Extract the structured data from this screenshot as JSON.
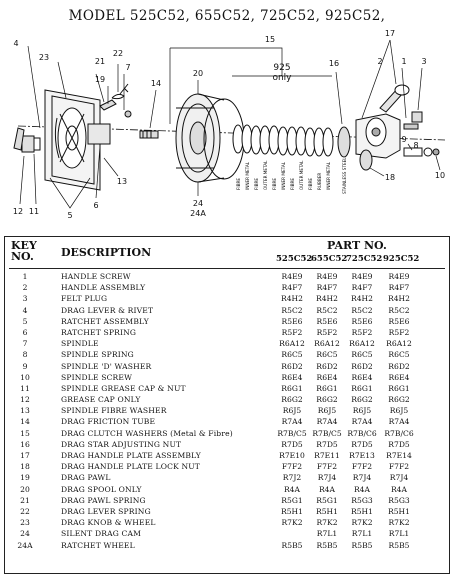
{
  "title": "MODEL 525C52, 655C52, 725C52, 925C52,",
  "diagram": {
    "callouts": {
      "n1": "1",
      "n2": "2",
      "n3": "3",
      "n4": "4",
      "n5": "5",
      "n6": "6",
      "n7": "7",
      "n8": "8",
      "n9": "9",
      "n10": "10",
      "n11": "11",
      "n12": "12",
      "n13": "13",
      "n14": "14",
      "n15": "15",
      "n16": "16",
      "n17": "17",
      "n18": "18",
      "n19": "19",
      "n20": "20",
      "n21": "21",
      "n22": "22",
      "n23": "23",
      "n24": "24",
      "n24a": "24A"
    },
    "only_925_line1": "925",
    "only_925_line2": "only",
    "washer_labels": [
      "FIBRE",
      "INNER METAL",
      "FIBRE",
      "OUTER METAL",
      "FIBRE",
      "INNER METAL",
      "FIBRE",
      "OUTER METAL",
      "FIBRE",
      "RUBBER",
      "INNER METAL",
      "STAINLESS STEEL"
    ]
  },
  "table": {
    "key_header_line1": "KEY",
    "key_header_line2": "NO.",
    "desc_header": "DESCRIPTION",
    "partno_header": "PART NO.",
    "models": [
      "525C52",
      "655C52",
      "725C52",
      "925C52"
    ],
    "rows": [
      {
        "key": "1",
        "desc": "HANDLE SCREW",
        "p": [
          "R4E9",
          "R4E9",
          "R4E9",
          "R4E9"
        ]
      },
      {
        "key": "2",
        "desc": "HANDLE ASSEMBLY",
        "p": [
          "R4F7",
          "R4F7",
          "R4F7",
          "R4F7"
        ]
      },
      {
        "key": "3",
        "desc": "FELT PLUG",
        "p": [
          "R4H2",
          "R4H2",
          "R4H2",
          "R4H2"
        ]
      },
      {
        "key": "4",
        "desc": "DRAG LEVER & RIVET",
        "p": [
          "R5C2",
          "R5C2",
          "R5C2",
          "R5C2"
        ]
      },
      {
        "key": "5",
        "desc": "RATCHET ASSEMBLY",
        "p": [
          "R5E6",
          "R5E6",
          "R5E6",
          "R5E6"
        ]
      },
      {
        "key": "6",
        "desc": "RATCHET SPRING",
        "p": [
          "R5F2",
          "R5F2",
          "R5F2",
          "R5F2"
        ]
      },
      {
        "key": "7",
        "desc": "SPINDLE",
        "p": [
          "R6A12",
          "R6A12",
          "R6A12",
          "R6A12"
        ]
      },
      {
        "key": "8",
        "desc": "SPINDLE SPRING",
        "p": [
          "R6C5",
          "R6C5",
          "R6C5",
          "R6C5"
        ]
      },
      {
        "key": "9",
        "desc": "SPINDLE 'D' WASHER",
        "p": [
          "R6D2",
          "R6D2",
          "R6D2",
          "R6D2"
        ]
      },
      {
        "key": "10",
        "desc": "SPINDLE SCREW",
        "p": [
          "R6E4",
          "R6E4",
          "R6E4",
          "R6E4"
        ]
      },
      {
        "key": "11",
        "desc": "SPINDLE GREASE CAP & NUT",
        "p": [
          "R6G1",
          "R6G1",
          "R6G1",
          "R6G1"
        ]
      },
      {
        "key": "12",
        "desc": "GREASE CAP ONLY",
        "p": [
          "R6G2",
          "R6G2",
          "R6G2",
          "R6G2"
        ]
      },
      {
        "key": "13",
        "desc": "SPINDLE FIBRE WASHER",
        "p": [
          "R6J5",
          "R6J5",
          "R6J5",
          "R6J5"
        ]
      },
      {
        "key": "14",
        "desc": "DRAG FRICTION TUBE",
        "p": [
          "R7A4",
          "R7A4",
          "R7A4",
          "R7A4"
        ]
      },
      {
        "key": "15",
        "desc": "DRAG CLUTCH WASHERS (Metal & Fibre)",
        "p": [
          "R7B/C5",
          "R7B/C5",
          "R7B/C6",
          "R7B/C6"
        ]
      },
      {
        "key": "16",
        "desc": "DRAG STAR ADJUSTING NUT",
        "p": [
          "R7D5",
          "R7D5",
          "R7D5",
          "R7D5"
        ]
      },
      {
        "key": "17",
        "desc": "DRAG HANDLE PLATE ASSEMBLY",
        "p": [
          "R7E10",
          "R7E11",
          "R7E13",
          "R7E14"
        ]
      },
      {
        "key": "18",
        "desc": "DRAG HANDLE PLATE LOCK NUT",
        "p": [
          "F7F2",
          "F7F2",
          "F7F2",
          "F7F2"
        ]
      },
      {
        "key": "19",
        "desc": "DRAG PAWL",
        "p": [
          "R7J2",
          "R7J4",
          "R7J4",
          "R7J4"
        ]
      },
      {
        "key": "20",
        "desc": "DRAG SPOOL ONLY",
        "p": [
          "R4A",
          "R4A",
          "R4A",
          "R4A"
        ]
      },
      {
        "key": "21",
        "desc": "DRAG PAWL SPRING",
        "p": [
          "R5G1",
          "R5G1",
          "R5G3",
          "R5G3"
        ]
      },
      {
        "key": "22",
        "desc": "DRAG LEVER SPRING",
        "p": [
          "R5H1",
          "R5H1",
          "R5H1",
          "R5H1"
        ]
      },
      {
        "key": "23",
        "desc": "DRAG KNOB & WHEEL",
        "p": [
          "R7K2",
          "R7K2",
          "R7K2",
          "R7K2"
        ]
      },
      {
        "key": "24",
        "desc": "SILENT DRAG CAM",
        "p": [
          "",
          "R7L1",
          "R7L1",
          "R7L1"
        ]
      },
      {
        "key": "24A",
        "desc": "RATCHET WHEEL",
        "p": [
          "R5B5",
          "R5B5",
          "R5B5",
          "R5B5"
        ]
      }
    ]
  }
}
